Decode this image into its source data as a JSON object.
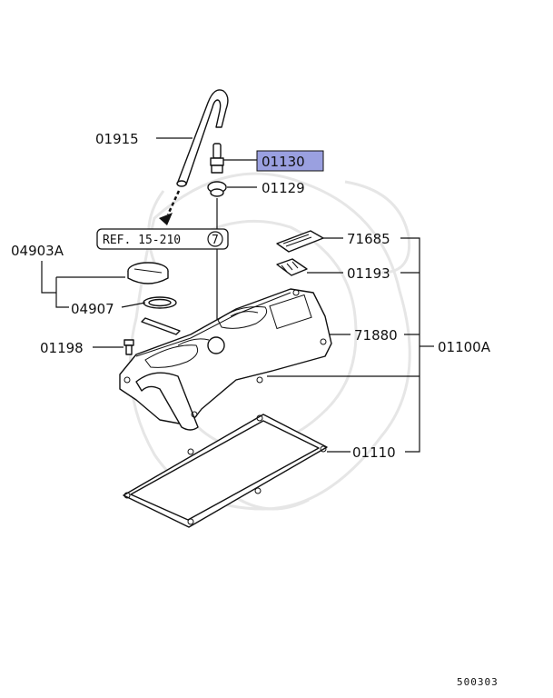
{
  "labels": {
    "p01915": "01915",
    "p01130": "01130",
    "p01129": "01129",
    "ref": "REF. 15-210",
    "ref_circle": "7",
    "p71685": "71685",
    "p04903A": "04903A",
    "p01193": "01193",
    "p04907": "04907",
    "p71880": "71880",
    "p01198": "01198",
    "p01100A": "01100A",
    "p01110": "01110"
  },
  "highlight_color": "#9aa0e0",
  "highlighted_part": "01130",
  "diagram_code": "500303"
}
